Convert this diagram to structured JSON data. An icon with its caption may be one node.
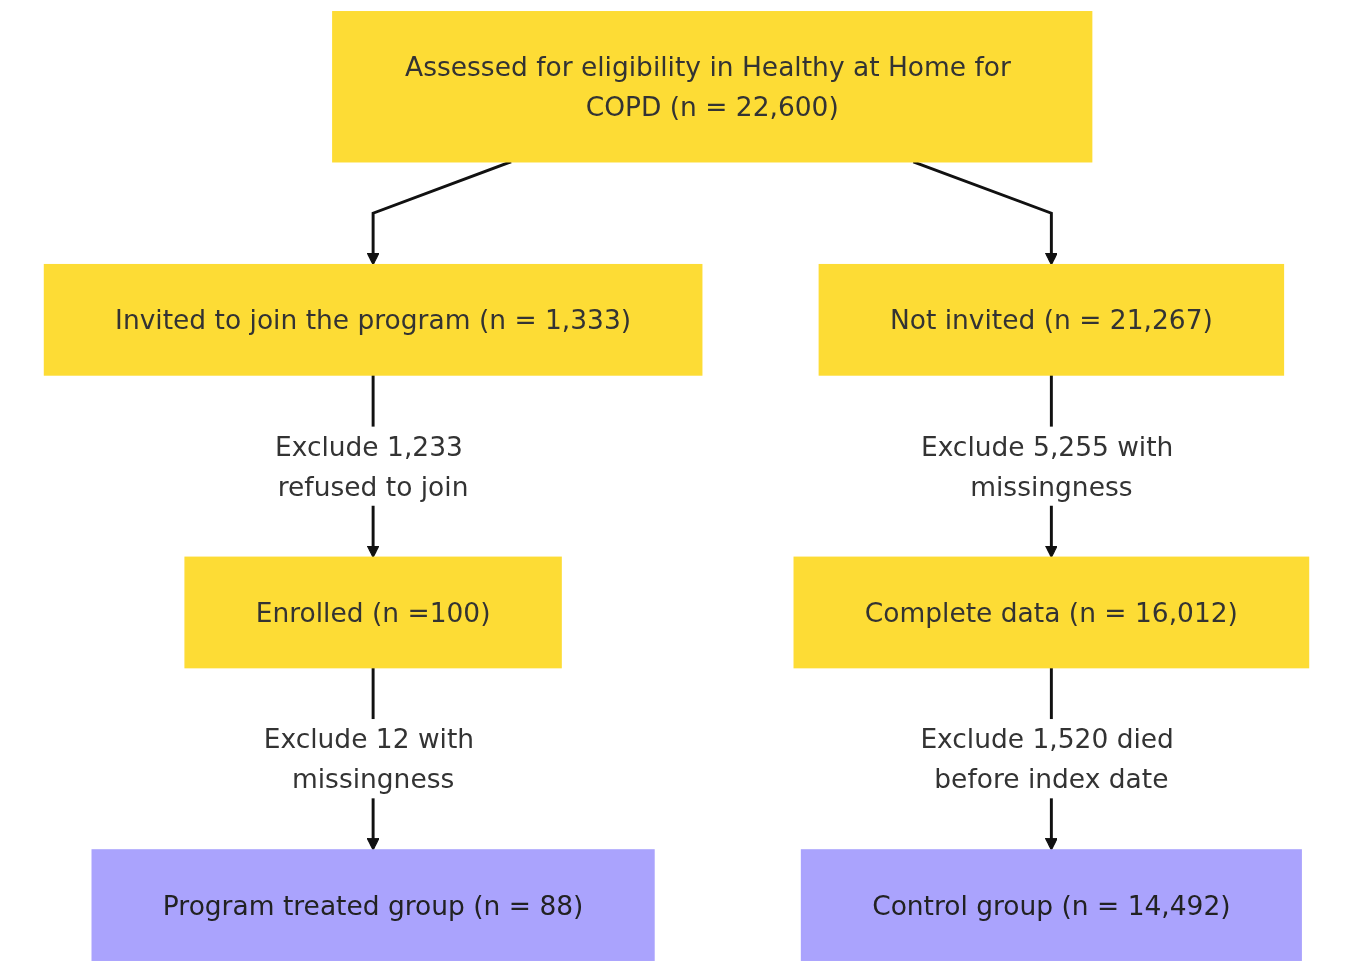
{
  "diagram": {
    "nodes": [
      {
        "text": [
          "Assessed for eligibility in Healthy at Home for COPD (n = 22,600)"
        ]
      },
      {
        "text": [
          "Invited to join the program (n = 1,333)"
        ]
      },
      {
        "text": [
          "Not invited (n = 21,267)"
        ]
      },
      {
        "text": [
          "Enrolled (n =100)"
        ]
      },
      {
        "text": [
          "Complete data (n = 16,012)"
        ]
      },
      {
        "text": [
          "Program treated group (n = 88)"
        ]
      },
      {
        "text": [
          "Control group (n = 14,492)"
        ]
      }
    ],
    "edges": [
      {
        "from": 0,
        "to": 1,
        "arrow": "to"
      },
      {
        "from": 0,
        "to": 2,
        "arrow": "to"
      },
      {
        "from": 1,
        "to": 3,
        "arrow": "to",
        "label": "Exclude 1,233 refused to join"
      },
      {
        "from": 2,
        "to": 4,
        "arrow": "to",
        "label": "Exclude 5,255 with missingness"
      },
      {
        "from": 3,
        "to": 5,
        "arrow": "to",
        "label": "Exclude 12 with missingness"
      },
      {
        "from": 4,
        "to": 6,
        "arrow": "to",
        "label": "Exclude 1,520 died before index date"
      }
    ]
  }
}
